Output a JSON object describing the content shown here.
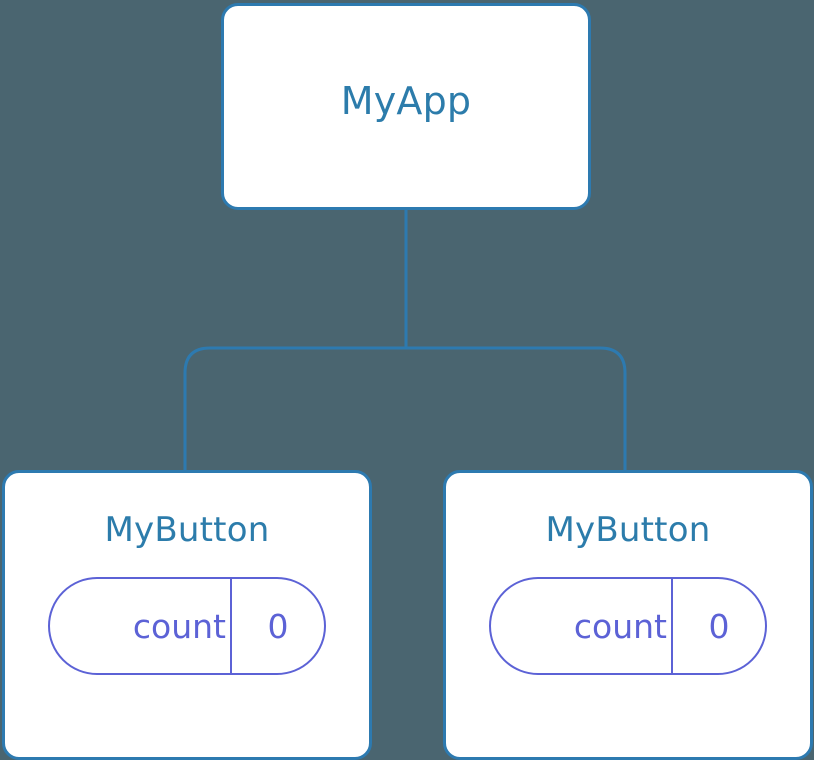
{
  "canvas": {
    "background_color": "#4a6570",
    "node_fill_color": "#ffffff",
    "node_border_color": "#2d7ab0",
    "node_text_color": "#2c7cab",
    "state_accent_color": "#5c62d6",
    "edge_color": "#2d7ab0"
  },
  "tree": {
    "root": {
      "label": "MyApp"
    },
    "children": [
      {
        "label": "MyButton",
        "state": {
          "key": "count",
          "value": "0"
        }
      },
      {
        "label": "MyButton",
        "state": {
          "key": "count",
          "value": "0"
        }
      }
    ]
  }
}
